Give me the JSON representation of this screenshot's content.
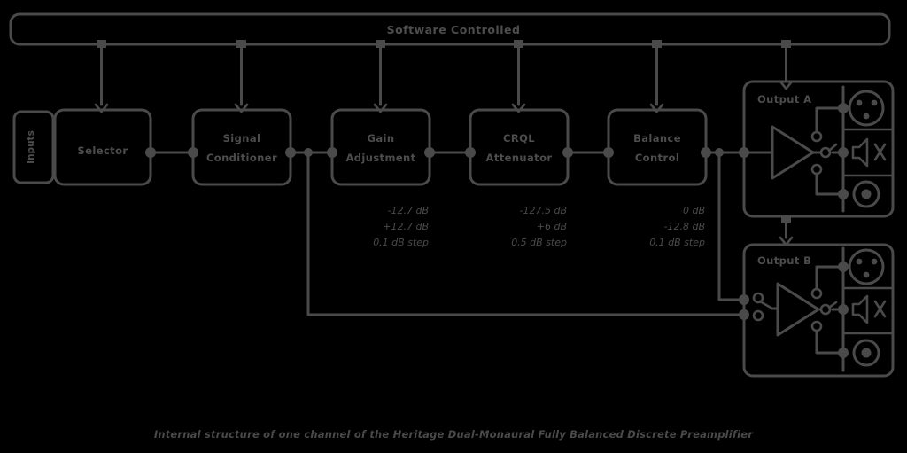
{
  "diagram": {
    "title_bus": "Software Controlled",
    "caption": "Internal structure of one channel of the Heritage Dual-Monaural Fully Balanced Discrete Preamplifier",
    "colors": {
      "background": "#000000",
      "stroke": "#4a4a4a",
      "label": "#4d4d4d"
    }
  },
  "inputs": {
    "label": "Inputs"
  },
  "blocks": [
    {
      "id": "selector",
      "line1": "Selector",
      "line2": ""
    },
    {
      "id": "signal-conditioner",
      "line1": "Signal",
      "line2": "Conditioner"
    },
    {
      "id": "gain-adjustment",
      "line1": "Gain",
      "line2": "Adjustment"
    },
    {
      "id": "crql-attenuator",
      "line1": "CRQL",
      "line2": "Attenuator"
    },
    {
      "id": "balance-control",
      "line1": "Balance",
      "line2": "Control"
    }
  ],
  "specs": [
    {
      "for": "gain-adjustment",
      "lines": [
        "-12.7 dB",
        "+12.7 dB",
        "0.1 dB step"
      ]
    },
    {
      "for": "crql-attenuator",
      "lines": [
        "-127.5 dB",
        "+6 dB",
        "0.5 dB step"
      ]
    },
    {
      "for": "balance-control",
      "lines": [
        "0 dB",
        "-12.8 dB",
        "0.1 dB step"
      ]
    }
  ],
  "outputs": [
    {
      "id": "output-a",
      "label": "Output A",
      "connectors": [
        "xlr-connector-icon",
        "speaker-muted-icon",
        "rca-connector-icon"
      ]
    },
    {
      "id": "output-b",
      "label": "Output B",
      "connectors": [
        "xlr-connector-icon",
        "speaker-muted-icon",
        "rca-connector-icon"
      ]
    }
  ]
}
